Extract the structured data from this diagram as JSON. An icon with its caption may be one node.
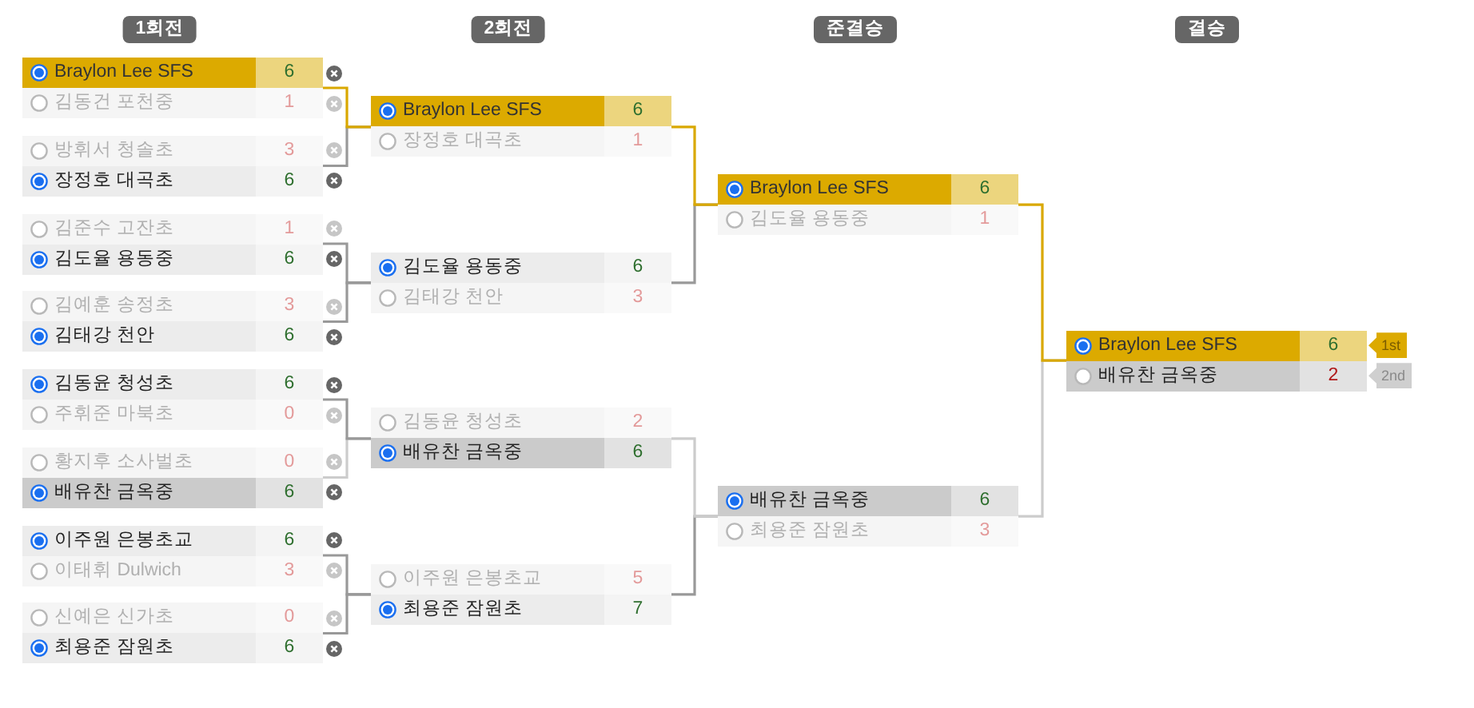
{
  "diagram": {
    "nodes": [
      {
        "text": [
          "Braylon Lee SFS",
          "6",
          "김동건 포천중",
          "1"
        ]
      },
      {
        "text": [
          "방휘서 청솔초",
          "3",
          "장정호 대곡초",
          "6"
        ]
      },
      {
        "text": [
          "김준수 고잔초",
          "1",
          "김도율 용동중",
          "6"
        ]
      },
      {
        "text": [
          "김예훈 송정초",
          "3",
          "김태강 천안",
          "6"
        ]
      },
      {
        "text": [
          "김동윤 청성초",
          "6",
          "주휘준 마북초",
          "0"
        ]
      },
      {
        "text": [
          "황지후 소사벌초",
          "0",
          "배유찬 금옥중",
          "6"
        ]
      },
      {
        "text": [
          "이주원 은봉초교",
          "6",
          "이태휘 Dulwich",
          "3"
        ]
      },
      {
        "text": [
          "신예은 신가초",
          "0",
          "최용준 잠원초",
          "6"
        ]
      },
      {
        "text": [
          "Braylon Lee SFS",
          "6",
          "장정호 대곡초",
          "1"
        ]
      },
      {
        "text": [
          "김도율 용동중",
          "6",
          "김태강 천안",
          "3"
        ]
      },
      {
        "text": [
          "김동윤 청성초",
          "2",
          "배유찬 금옥중",
          "6"
        ]
      },
      {
        "text": [
          "이주원 은봉초교",
          "5",
          "최용준 잠원초",
          "7"
        ]
      },
      {
        "text": [
          "Braylon Lee SFS",
          "6",
          "김도율 용동중",
          "1"
        ]
      },
      {
        "text": [
          "배유찬 금옥중",
          "6",
          "최용준 잠원초",
          "3"
        ]
      },
      {
        "text": [
          "Braylon Lee SFS",
          "6",
          "배유찬 금옥중",
          "2"
        ],
        "beside": [
          "1st",
          "2nd"
        ]
      }
    ],
    "edges": [
      {
        "from": 0,
        "to": 8,
        "arrow": "none",
        "color": "#d9a800"
      },
      {
        "from": 1,
        "to": 8,
        "arrow": "none"
      },
      {
        "from": 2,
        "to": 9,
        "arrow": "none"
      },
      {
        "from": 3,
        "to": 9,
        "arrow": "none"
      },
      {
        "from": 4,
        "to": 10,
        "arrow": "none"
      },
      {
        "from": 5,
        "to": 10,
        "arrow": "none",
        "color": "#cccccc"
      },
      {
        "from": 6,
        "to": 11,
        "arrow": "none"
      },
      {
        "from": 7,
        "to": 11,
        "arrow": "none"
      },
      {
        "from": 8,
        "to": 12,
        "arrow": "none",
        "color": "#d9a800"
      },
      {
        "from": 9,
        "to": 12,
        "arrow": "none"
      },
      {
        "from": 10,
        "to": 13,
        "arrow": "none",
        "color": "#cccccc"
      },
      {
        "from": 11,
        "to": 13,
        "arrow": "none"
      },
      {
        "from": 12,
        "to": 14,
        "arrow": "none",
        "color": "#d9a800"
      },
      {
        "from": 13,
        "to": 14,
        "arrow": "none",
        "color": "#cccccc"
      }
    ],
    "labels": [
      "1회전",
      "2회전",
      "준결승",
      "결승"
    ]
  }
}
